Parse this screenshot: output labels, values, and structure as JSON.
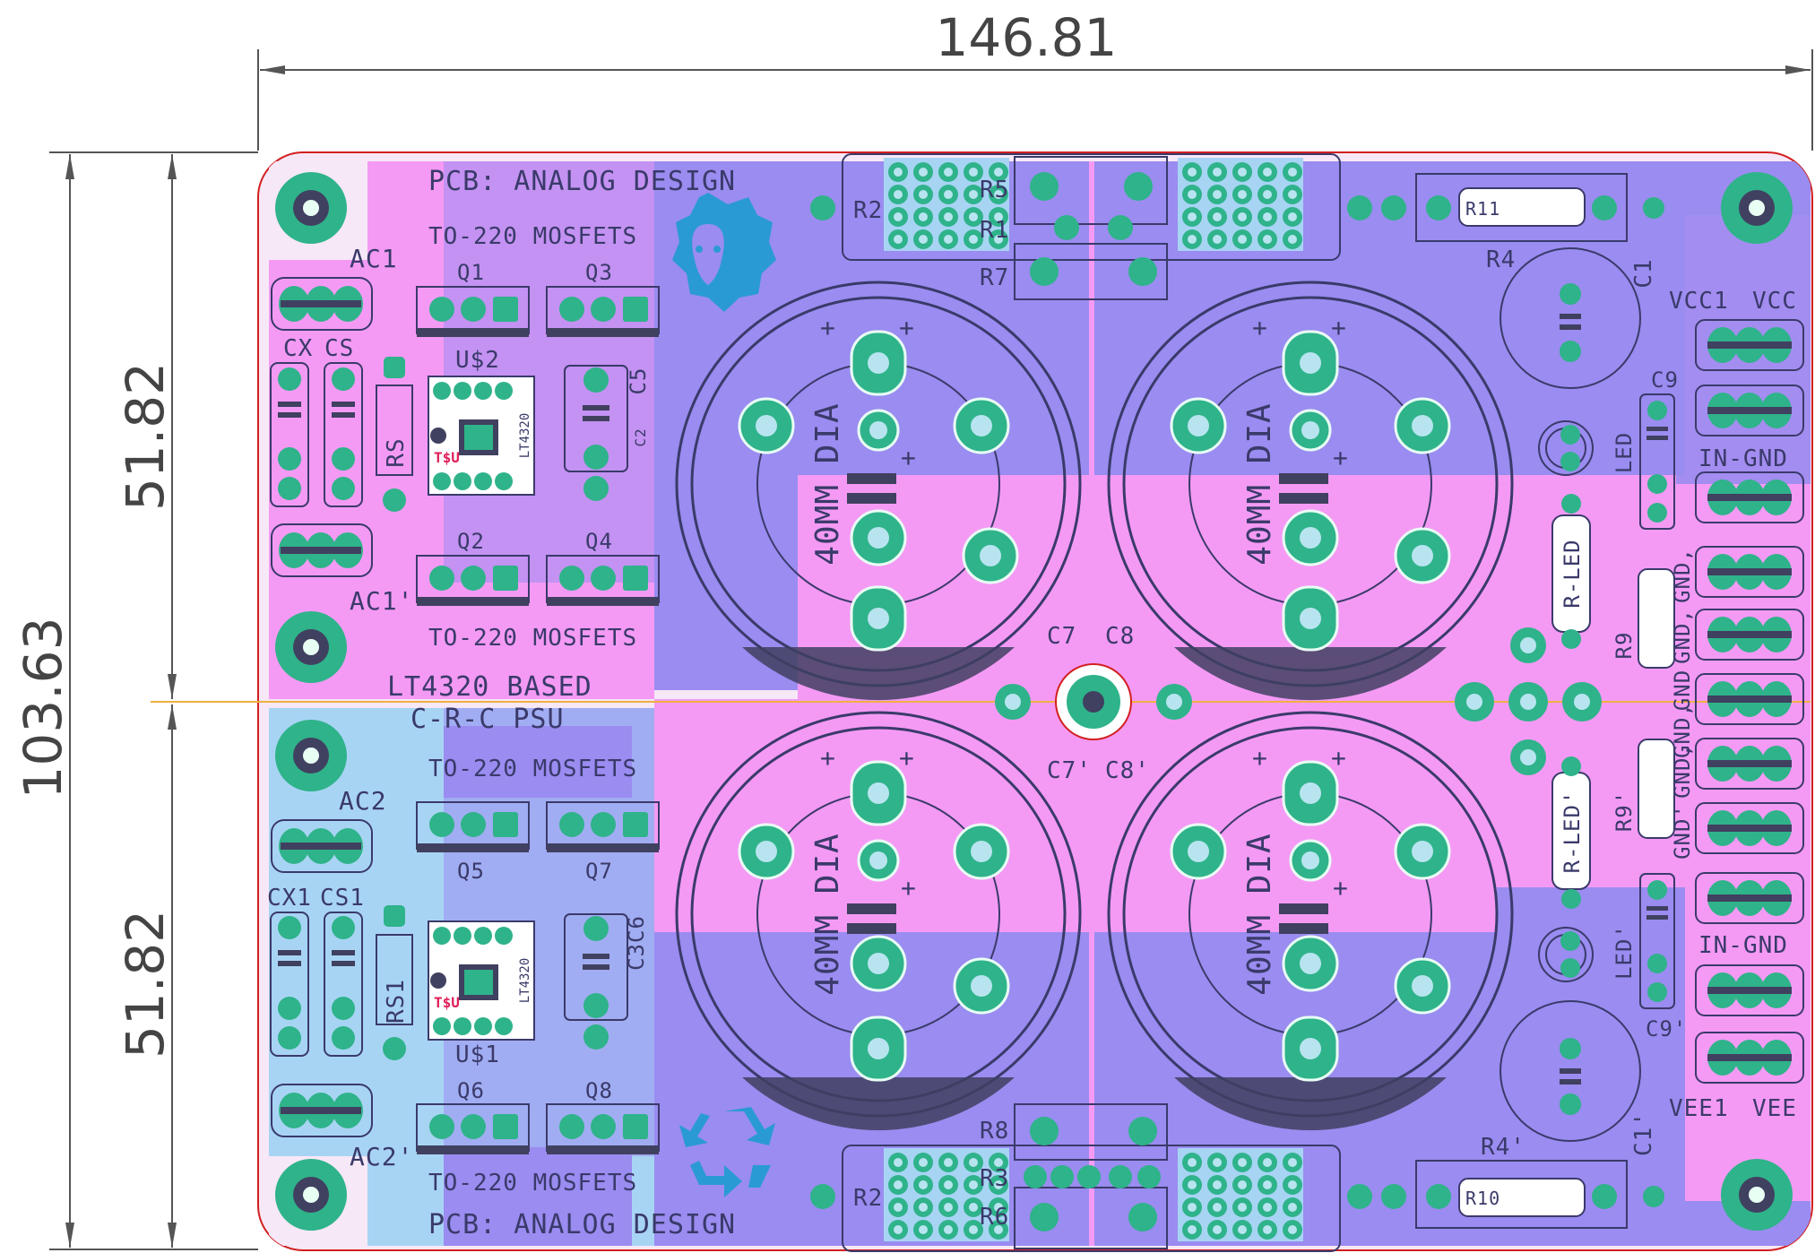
{
  "dimensions": {
    "width": "146.81",
    "height": "103.63",
    "half_top": "51.82",
    "half_bottom": "51.82"
  },
  "colors": {
    "board_outline": "#d21f1f",
    "top_copper": "#9a8cf0",
    "bottom_copper": "#f49af4",
    "bottom_copper_alt": "#a8d4f4",
    "pad": "#2fb38a",
    "pad_hole": "#b8e4f0",
    "silk": "#3a3a6a",
    "lion_logo": "#2a9ad4",
    "recycle_logo": "#2a9ad4",
    "cap_band": "#404060",
    "center_line": "#f0b040"
  },
  "logos": [
    "lion-logo",
    "recycle-logo"
  ],
  "labels": {
    "pcb_top": "PCB: ANALOG DESIGN",
    "pcb_bottom": "PCB: ANALOG DESIGN",
    "mosfets_1": "TO-220 MOSFETS",
    "mosfets_2": "TO-220 MOSFETS",
    "mosfets_3": "TO-220 MOSFETS",
    "mosfets_4": "TO-220 MOSFETS",
    "psu_title_1": "LT4320 BASED",
    "psu_title_2": "C-R-C PSU",
    "ac1": "AC1",
    "ac1p": "AC1'",
    "ac2": "AC2",
    "ac2p": "AC2'",
    "cx": "CX",
    "cs": "CS",
    "cx1": "CX1",
    "cs1": "CS1",
    "rs": "RS",
    "rs1": "RS1",
    "q1": "Q1",
    "q2": "Q2",
    "q3": "Q3",
    "q4": "Q4",
    "q5": "Q5",
    "q6": "Q6",
    "q7": "Q7",
    "q8": "Q8",
    "u2": "U$2",
    "u1": "U$1",
    "ic_name": "LT4320",
    "ic_name_2": "LT4320",
    "ic_ref": "T$U",
    "ic_ref_2": "T$U",
    "c5": "C5",
    "c2": "C2",
    "c3c6": "C3C6",
    "r2_top": "R2",
    "r2_bottom": "R2",
    "r5": "R5",
    "r1": "R1",
    "r7": "R7",
    "r8": "R8",
    "r3": "R3",
    "r6": "R6",
    "r11": "R11",
    "r10": "R10",
    "r4": "R4",
    "r4p": "R4'",
    "c1": "C1",
    "c1p": "C1'",
    "cap_dia_1": "40MM DIA",
    "cap_dia_2": "40MM DIA",
    "cap_dia_3": "40MM DIA",
    "cap_dia_4": "40MM DIA",
    "c7": "C7",
    "c8": "C8",
    "c7p": "C7'",
    "c8p": "C8'",
    "vcc1": "VCC1",
    "vcc": "VCC",
    "vee1": "VEE1",
    "vee": "VEE",
    "in_gnd_1": "IN-GND",
    "in_gnd_2": "IN-GND",
    "c9": "C9",
    "c9p": "C9'",
    "led": "LED",
    "ledp": "LED'",
    "r_led": "R-LED",
    "r_ledp": "R-LED'",
    "r9": "R9",
    "r9p": "R9'",
    "gnd_1": "GND,",
    "gnd_2": "GND,",
    "gnd_3": "GND",
    "gnd_4": "GND,",
    "gnd_5": "GND,",
    "gnd_6": "GND'"
  }
}
